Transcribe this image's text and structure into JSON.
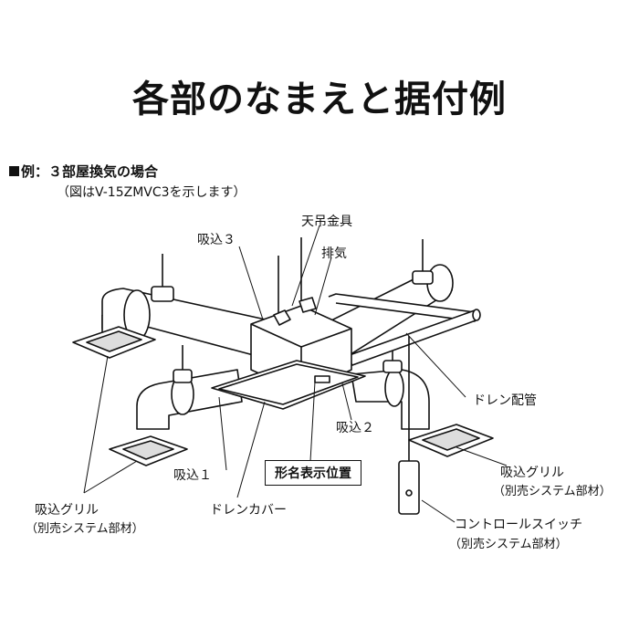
{
  "title": "各部のなまえと据付例",
  "example_heading": "例：３部屋換気の場合",
  "example_note": "（図はV-15ZMVC3を示します）",
  "labels": {
    "intake3": "吸込３",
    "ceiling_hanger": "天吊金具",
    "exhaust": "排気",
    "drain_pipe": "ドレン配管",
    "intake2": "吸込２",
    "intake1": "吸込１",
    "model_label_position": "形名表示位置",
    "drain_cover": "ドレンカバー",
    "intake_grille_left": "吸込グリル",
    "intake_grille_left_note": "（別売システム部材）",
    "intake_grille_right": "吸込グリル",
    "intake_grille_right_note": "（別売システム部材）",
    "control_switch": "コントロールスイッチ",
    "control_switch_note": "（別売システム部材）"
  }
}
